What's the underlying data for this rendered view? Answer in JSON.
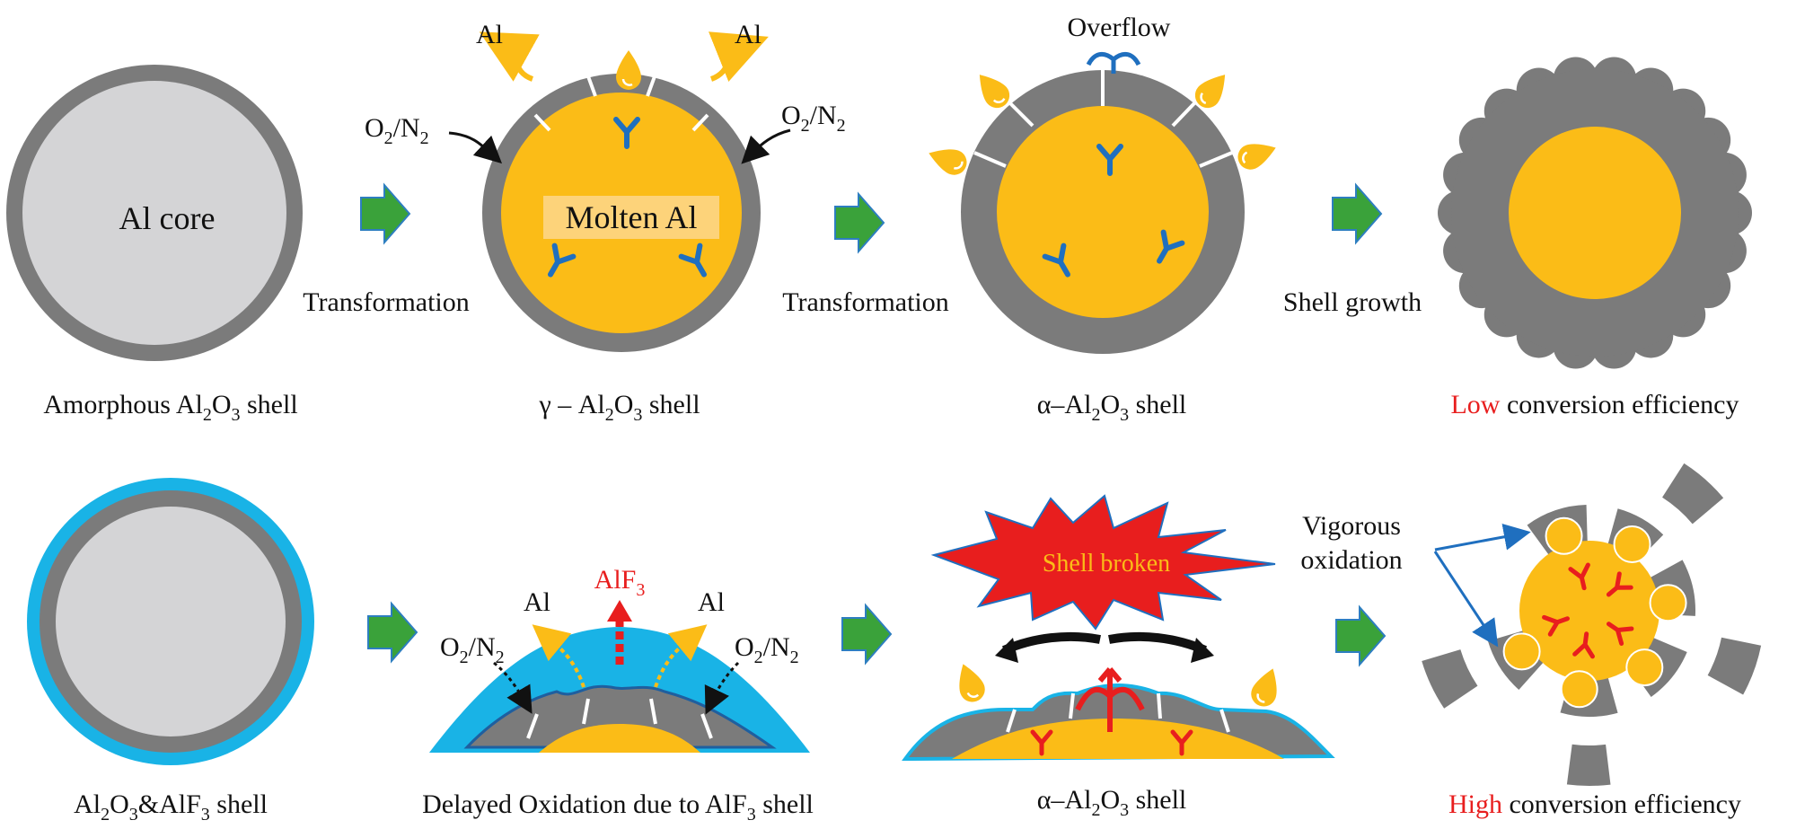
{
  "colors": {
    "shell_gray": "#7b7b7b",
    "core_gray": "#d4d4d6",
    "molten": "#fbbc17",
    "arrow_green": "#3aa23a",
    "flow_blue": "#1f6fbf",
    "alf3_blue": "#19b3e6",
    "alert_red": "#e81e1e"
  },
  "labels": {
    "al_core": "Al core",
    "molten_al": "Molten Al",
    "al": "Al",
    "o2": "O",
    "o2_sub": "2",
    "slash": "/N",
    "n2_sub": "2",
    "overflow": "Overflow",
    "transformation": "Transformation",
    "shell_growth": "Shell growth",
    "shell_broken": "Shell broken",
    "vigorous": "Vigorous",
    "oxidation": "oxidation",
    "alf_prefix": "AlF",
    "alf_sub": "3"
  },
  "captions": {
    "amorphous": {
      "pre": "Amorphous Al",
      "s1": "2",
      "mid": "O",
      "s2": "3",
      "post": " shell"
    },
    "gamma": {
      "pre": "γ – Al",
      "s1": "2",
      "mid": "O",
      "s2": "3",
      "post": " shell"
    },
    "alpha": {
      "pre": "α–Al",
      "s1": "2",
      "mid": "O",
      "s2": "3",
      "post": " shell"
    },
    "low": {
      "highlight": "Low",
      "rest": " conversion efficiency"
    },
    "al2o3_alf3": {
      "pre": "Al",
      "s1": "2",
      "mid": "O",
      "s2": "3",
      "mid2": "&AlF",
      "s3": "3",
      "post": " shell"
    },
    "delayed": {
      "pre": "Delayed Oxidation due to AlF",
      "s1": "3",
      "post": " shell"
    },
    "alpha2": {
      "pre": "α–Al",
      "s1": "2",
      "mid": "O",
      "s2": "3",
      "post": " shell"
    },
    "high": {
      "highlight": "High",
      "rest": " conversion efficiency"
    }
  }
}
